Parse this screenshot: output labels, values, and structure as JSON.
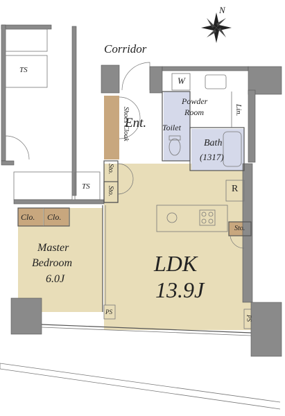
{
  "compass": {
    "north_label": "N"
  },
  "areas": {
    "corridor": "Corridor",
    "ts_top": "TS",
    "ts_mid": "TS",
    "ps_balcony": "PS",
    "ps_right": "PS",
    "entrance": "Ent.",
    "shoes_cloak": "Shoes Cloak",
    "sto_left": "Sto.",
    "sto_right": "Sto.",
    "sto_kitchen": "Sto.",
    "powder_room_line1": "Powder",
    "powder_room_line2": "Room",
    "toilet": "Toilet",
    "washer": "W",
    "linen": "Lin.",
    "bath": "Bath",
    "bath_size": "(1317)",
    "refrigerator": "R",
    "closet_1": "Clo.",
    "closet_2": "Clo.",
    "master_bedroom_line1": "Master",
    "master_bedroom_line2": "Bedroom",
    "master_bedroom_size": "6.0J",
    "ldk": "LDK",
    "ldk_size": "13.9J"
  },
  "colors": {
    "ldk_floor": "#e8ddb8",
    "bedroom_floor": "#e8ddb8",
    "wet_area": "#d5d9ea",
    "storage": "#c8a77e",
    "wall": "#8a8a8a"
  }
}
